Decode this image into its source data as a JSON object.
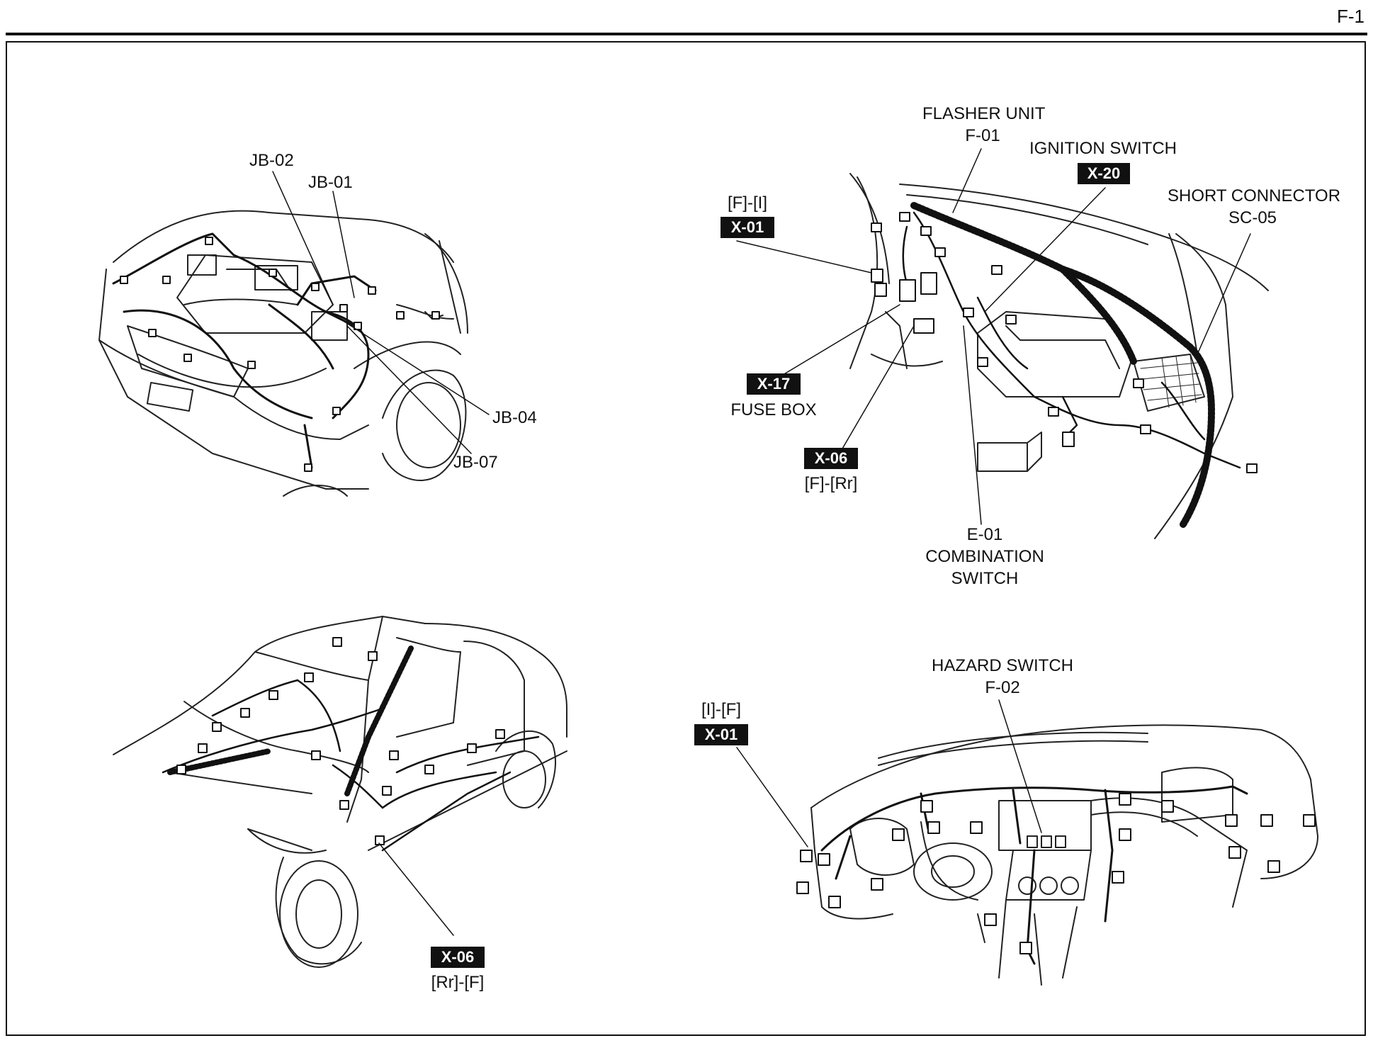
{
  "page": {
    "number": "F-1"
  },
  "top_left": {
    "labels": {
      "jb02": "JB-02",
      "jb01": "JB-01",
      "jb04": "JB-04",
      "jb07": "JB-07"
    }
  },
  "top_right": {
    "flasher": {
      "name": "FLASHER UNIT",
      "code": "F-01"
    },
    "ignition": {
      "name": "IGNITION SWITCH",
      "code": "X-20"
    },
    "short_connector": {
      "name": "SHORT CONNECTOR",
      "code": "SC-05"
    },
    "x01": {
      "route": "[F]-[I]",
      "code": "X-01"
    },
    "x17": {
      "code": "X-17",
      "name": "FUSE BOX"
    },
    "x06": {
      "code": "X-06",
      "route": "[F]-[Rr]"
    },
    "combination": {
      "code": "E-01",
      "line1": "COMBINATION",
      "line2": "SWITCH"
    }
  },
  "bottom_left": {
    "x06": {
      "code": "X-06",
      "route": "[Rr]-[F]"
    }
  },
  "bottom_right": {
    "hazard": {
      "name": "HAZARD SWITCH",
      "code": "F-02"
    },
    "x01": {
      "route": "[I]-[F]",
      "code": "X-01"
    }
  }
}
